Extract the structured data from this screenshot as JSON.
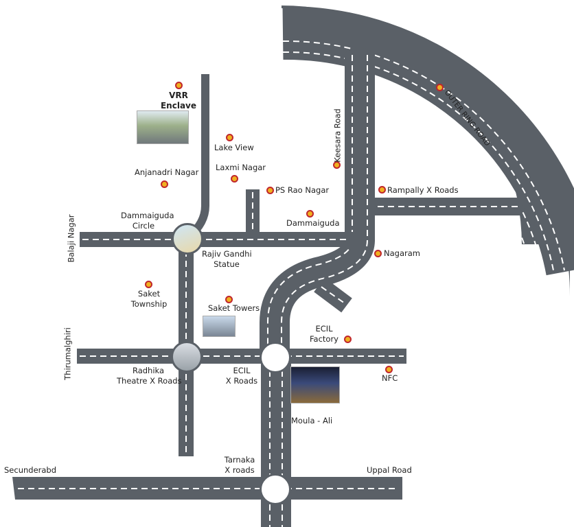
{
  "colors": {
    "road": "#5a6067",
    "lane": "#ffffff",
    "pin_ring": "#c0262c",
    "pin_fill": "#f0b020"
  },
  "labels": {
    "vrr": "VRR",
    "enclave": "Enclave",
    "lake_view": "Lake View",
    "laxmi_nagar": "Laxmi Nagar",
    "anjanadri_nagar": "Anjanadri Nagar",
    "ps_rao_nagar": "PS Rao Nagar",
    "keesara_road": "Keesara Road",
    "outer_ring_road": "OUTER RING ROAD",
    "rampally_x_roads": "Rampally X Roads",
    "dammaiguda_circle_1": "Dammaiguda",
    "dammaiguda_circle_2": "Circle",
    "dammaiguda": "Dammaiguda",
    "balaji_nagar": "Balaji Nagar",
    "rajiv_gandhi_1": "Rajiv Gandhi",
    "rajiv_gandhi_2": "Statue",
    "nagaram": "Nagaram",
    "saket_township_1": "Saket",
    "saket_township_2": "Township",
    "saket_towers": "Saket Towers",
    "ecil_factory_1": "ECIL",
    "ecil_factory_2": "Factory",
    "thirumalghiri": "Thirumalghiri",
    "radhika_1": "Radhika",
    "radhika_2": "Theatre X Roads",
    "ecil_x_roads_1": "ECIL",
    "ecil_x_roads_2": "X Roads",
    "nfc": "NFC",
    "moula_ali": "Moula - Ali",
    "tarnaka_1": "Tarnaka",
    "tarnaka_2": "X roads",
    "secunderabad": "Secunderabd",
    "uppal_road": "Uppal Road"
  }
}
